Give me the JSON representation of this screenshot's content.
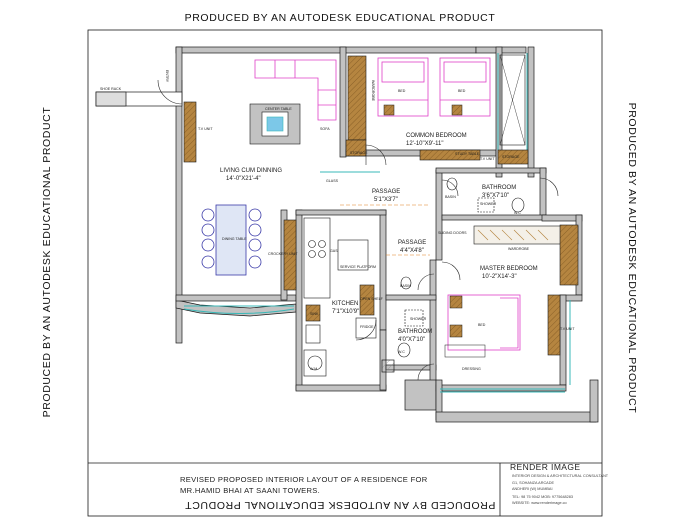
{
  "watermarks": {
    "top": "PRODUCED BY AN AUTODESK EDUCATIONAL PRODUCT",
    "bottom": "PRODUCED BY AN AUTODESK EDUCATIONAL PRODUCT",
    "left": "PRODUCED BY AN AUTODESK EDUCATIONAL PRODUCT",
    "right": "PRODUCED BY AN AUTODESK EDUCATIONAL PRODUCT"
  },
  "rooms": {
    "living": {
      "name": "LIVING CUM DINNING",
      "size": "14'-0\"X21'-4\""
    },
    "common_bedroom": {
      "name": "COMMON BEDROOM",
      "size": "12'-10\"X9'-11\""
    },
    "passage1": {
      "name": "PASSAGE",
      "size": "5'1\"X3'7\""
    },
    "passage2": {
      "name": "PASSAGE",
      "size": "4'4\"X4'8\""
    },
    "bathroom1": {
      "name": "BATHROOM",
      "size": "3'6\"X7'10\""
    },
    "master_bedroom": {
      "name": "MASTER BEDROOM",
      "size": "10'-2\"X14'-3\""
    },
    "kitchen": {
      "name": "KITCHEN",
      "size": "7'1\"X10'9\""
    },
    "bathroom2": {
      "name": "BATHROOM",
      "size": "4'0\"X7'10\""
    }
  },
  "labels": {
    "shoe_rack": "SHOE RACK",
    "entry": "ENTRY",
    "tv_unit": "T.V UNIT",
    "center_table": "CENTER TABLE",
    "sofa": "SOFA",
    "dining_table": "DINING TABLE",
    "crockery_unit": "CROCKERY UNIT",
    "glass": "GLASS",
    "wardrobe": "WARDROBE",
    "bed": "BED",
    "storage": "STORAGE",
    "study_table": "STUDY TABLE",
    "basin": "BASIN",
    "shower": "SHOWER",
    "wc": "W.C",
    "sliding_doors": "SLIDING DOORS",
    "gas": "GAS",
    "service_platform": "SERVICE PLATFORM",
    "fridge": "FRIDGE",
    "open_shelf": "OPEN SHELF",
    "wm": "W.M",
    "sink": "SINK",
    "dressing": "DRESSING"
  },
  "title_block": {
    "note_line1": "REVISED PROPOSED INTERIOR LAYOUT OF A RESIDENCE FOR",
    "note_line2": "MR.HAMID BHAI AT SAANI TOWERS.",
    "firm": "RENDER IMAGE",
    "small1": "INTERIOR DESIGN & ARCHITECTURAL CONSULTANT",
    "small2": "G1, SOHANZA ARCADE",
    "small3": "ANDHERI (W) MUMBAI",
    "small4": "TEL: 98 75 9042 MOB: 9775648283",
    "small5": "WEBSITE: www.renderimage.co"
  },
  "colors": {
    "wall": "#c2c2c2",
    "wood": "#b58540",
    "furniture": "#e040c8",
    "window": "#38b8b8",
    "line": "#1a1a1a",
    "door": "#2a2a2a",
    "dining": "#3a3aa8"
  }
}
